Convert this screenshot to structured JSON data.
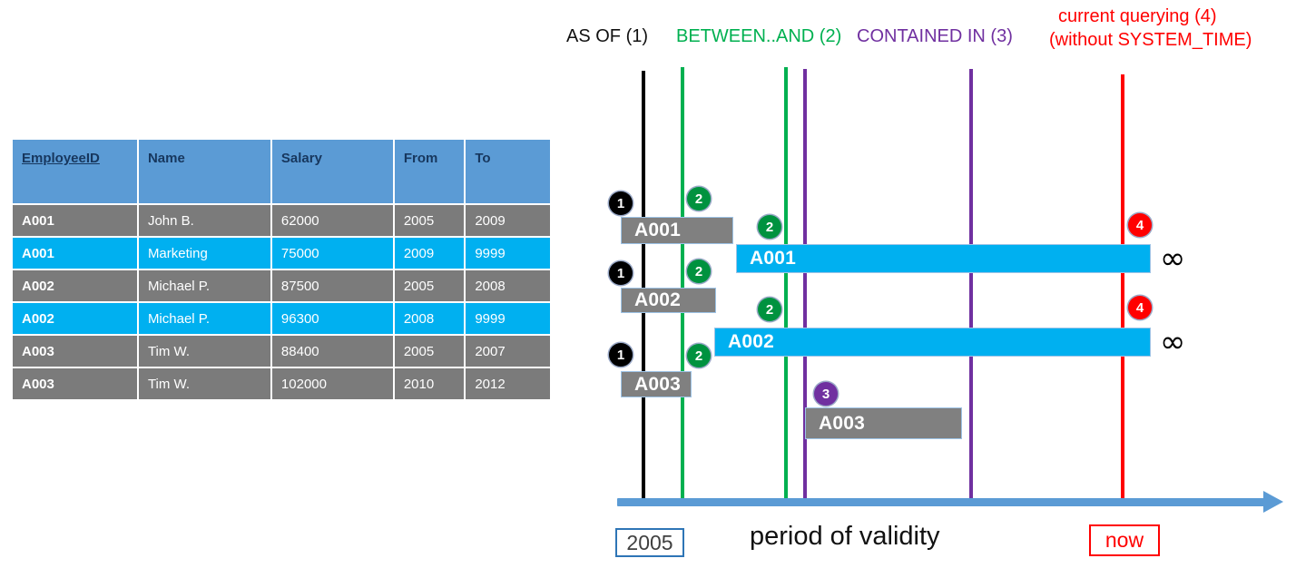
{
  "table": {
    "columns": [
      "EmployeeID",
      "Name",
      "Salary",
      "From",
      "To"
    ],
    "rows": [
      {
        "id": "A001",
        "name": "John  B.",
        "salary": "62000",
        "from": "2005",
        "to": "2009",
        "style": "gray"
      },
      {
        "id": "A001",
        "name": "Marketing",
        "salary": "75000",
        "from": "2009",
        "to": "9999",
        "style": "cyan"
      },
      {
        "id": "A002",
        "name": "Michael P.",
        "salary": "87500",
        "from": "2005",
        "to": "2008",
        "style": "gray"
      },
      {
        "id": "A002",
        "name": "Michael P.",
        "salary": "96300",
        "from": "2008",
        "to": "9999",
        "style": "cyan"
      },
      {
        "id": "A003",
        "name": "Tim W.",
        "salary": "88400",
        "from": "2005",
        "to": "2007",
        "style": "gray"
      },
      {
        "id": "A003",
        "name": "Tim W.",
        "salary": "102000",
        "from": "2010",
        "to": "2012",
        "style": "gray"
      }
    ],
    "header_bg": "#5B9BD5",
    "gray_bg": "#7B7B7B",
    "cyan_bg": "#00B0F0"
  },
  "diagram": {
    "headers": [
      {
        "text": "AS OF (1)",
        "color": "#111111"
      },
      {
        "text": "BETWEEN..AND (2)",
        "color": "#00B050"
      },
      {
        "text": "CONTAINED IN (3)",
        "color": "#7030A0"
      },
      {
        "text": "current querying (4)",
        "color": "#FF0000"
      },
      {
        "text": "(without SYSTEM_TIME)",
        "color": "#FF0000"
      }
    ],
    "bars": [
      {
        "label": "A001",
        "style": "gray"
      },
      {
        "label": "A001",
        "style": "cyan"
      },
      {
        "label": "A002",
        "style": "gray"
      },
      {
        "label": "A002",
        "style": "cyan"
      },
      {
        "label": "A003",
        "style": "gray"
      },
      {
        "label": "A003",
        "style": "gray"
      }
    ],
    "badges": [
      {
        "num": "1",
        "color": "#000000"
      },
      {
        "num": "2",
        "color": "#00923F"
      },
      {
        "num": "2",
        "color": "#00923F"
      },
      {
        "num": "4",
        "color": "#FF0000"
      },
      {
        "num": "1",
        "color": "#000000"
      },
      {
        "num": "2",
        "color": "#00923F"
      },
      {
        "num": "2",
        "color": "#00923F"
      },
      {
        "num": "4",
        "color": "#FF0000"
      },
      {
        "num": "1",
        "color": "#000000"
      },
      {
        "num": "2",
        "color": "#00923F"
      },
      {
        "num": "3",
        "color": "#7030A0"
      }
    ],
    "infinity_symbols": [
      "∞",
      "∞"
    ],
    "axis": {
      "start_label": "2005",
      "end_label": "now",
      "title": "period of validity",
      "line_color": "#5B9BD5"
    },
    "vertical_lines": [
      {
        "color": "#000000",
        "name": "as-of-line"
      },
      {
        "color": "#00B050",
        "name": "between-start-line"
      },
      {
        "color": "#00B050",
        "name": "between-end-line"
      },
      {
        "color": "#7030A0",
        "name": "contained-start-line"
      },
      {
        "color": "#7030A0",
        "name": "contained-end-line"
      },
      {
        "color": "#FF0000",
        "name": "now-line"
      }
    ]
  }
}
